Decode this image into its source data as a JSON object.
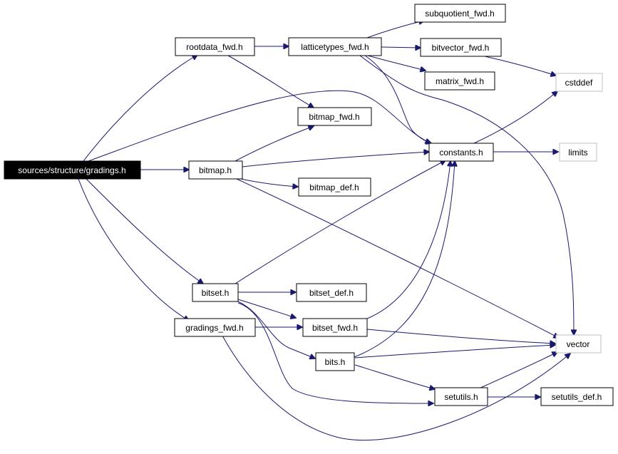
{
  "graph": {
    "nodes": {
      "gradings_h": "sources/structure/gradings.h",
      "rootdata_fwd": "rootdata_fwd.h",
      "latticetypes_fwd": "latticetypes_fwd.h",
      "subquotient_fwd": "subquotient_fwd.h",
      "bitvector_fwd": "bitvector_fwd.h",
      "matrix_fwd": "matrix_fwd.h",
      "cstddef": "cstddef",
      "bitmap_fwd": "bitmap_fwd.h",
      "constants": "constants.h",
      "limits": "limits",
      "bitmap": "bitmap.h",
      "bitmap_def": "bitmap_def.h",
      "bitset": "bitset.h",
      "bitset_def": "bitset_def.h",
      "gradings_fwd": "gradings_fwd.h",
      "bitset_fwd": "bitset_fwd.h",
      "vector": "vector",
      "bits": "bits.h",
      "setutils": "setutils.h",
      "setutils_def": "setutils_def.h"
    }
  }
}
